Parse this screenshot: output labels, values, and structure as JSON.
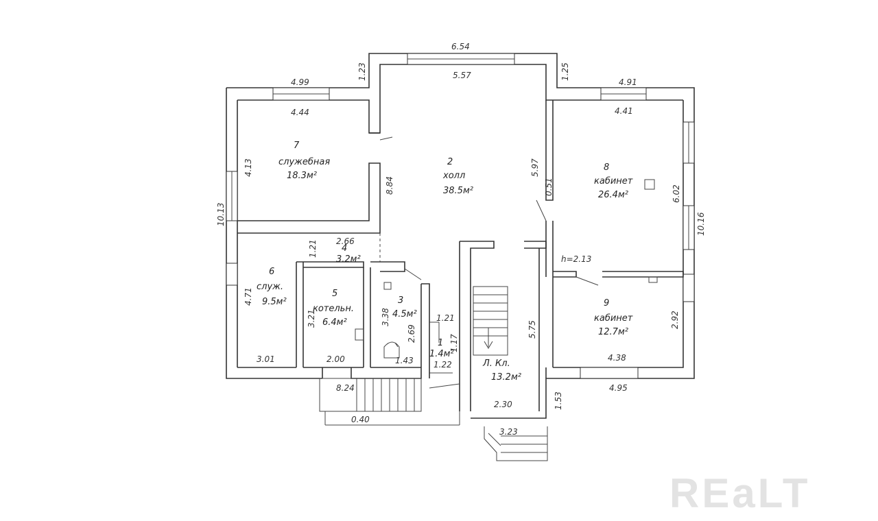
{
  "rooms": {
    "r2": {
      "num": "2",
      "name": "холл",
      "area": "38.5м²"
    },
    "r3": {
      "num": "3",
      "area": "4.5м²"
    },
    "r4": {
      "num": "4",
      "area": "3.2м²"
    },
    "r5": {
      "num": "5",
      "name": "котельн.",
      "area": "6.4м²"
    },
    "r6": {
      "num": "6",
      "name": "служ.",
      "area": "9.5м²"
    },
    "r7": {
      "num": "7",
      "name": "служебная",
      "area": "18.3м²"
    },
    "r8": {
      "num": "8",
      "name": "кабинет",
      "area": "26.4м²"
    },
    "r9": {
      "num": "9",
      "name": "кабинет",
      "area": "12.7м²"
    },
    "r1": {
      "num": "1",
      "area": "1.4м²"
    },
    "stair": {
      "name": "Л. Кл.",
      "area": "13.2м²"
    }
  },
  "dimensions": {
    "top_outer": "6.54",
    "top_inner": "5.57",
    "top_left_step": "1.23",
    "top_right_step": "1.25",
    "r7_outer": "4.99",
    "r7_inner": "4.44",
    "r7_height": "4.13",
    "left_total": "10.13",
    "hall_left": "8.84",
    "hall_right": "5.97",
    "hall_small": "0.51",
    "r8_outer": "4.91",
    "r8_inner": "4.41",
    "r8_height": "6.02",
    "right_total": "10.16",
    "height_mark": "h=2.13",
    "corr_width": "2.66",
    "r4_height": "1.21",
    "r6_height": "4.71",
    "r6_bottom": "3.01",
    "r5_height": "3.21",
    "r5_bottom": "2.00",
    "r3_left": "3.38",
    "r3_right": "2.69",
    "r3_bottom": "1.43",
    "r1_a": "1.21",
    "r1_b": "1.17",
    "r1_c": "1.22",
    "stair_height": "5.75",
    "stair_bottom": "2.30",
    "r9_height": "2.92",
    "r9_inner": "4.38",
    "r9_outer": "4.95",
    "porch_width": "8.24",
    "porch_depth": "0.40",
    "right_stub": "1.53",
    "rear_stair": "3.23"
  },
  "watermark": "REaLT"
}
